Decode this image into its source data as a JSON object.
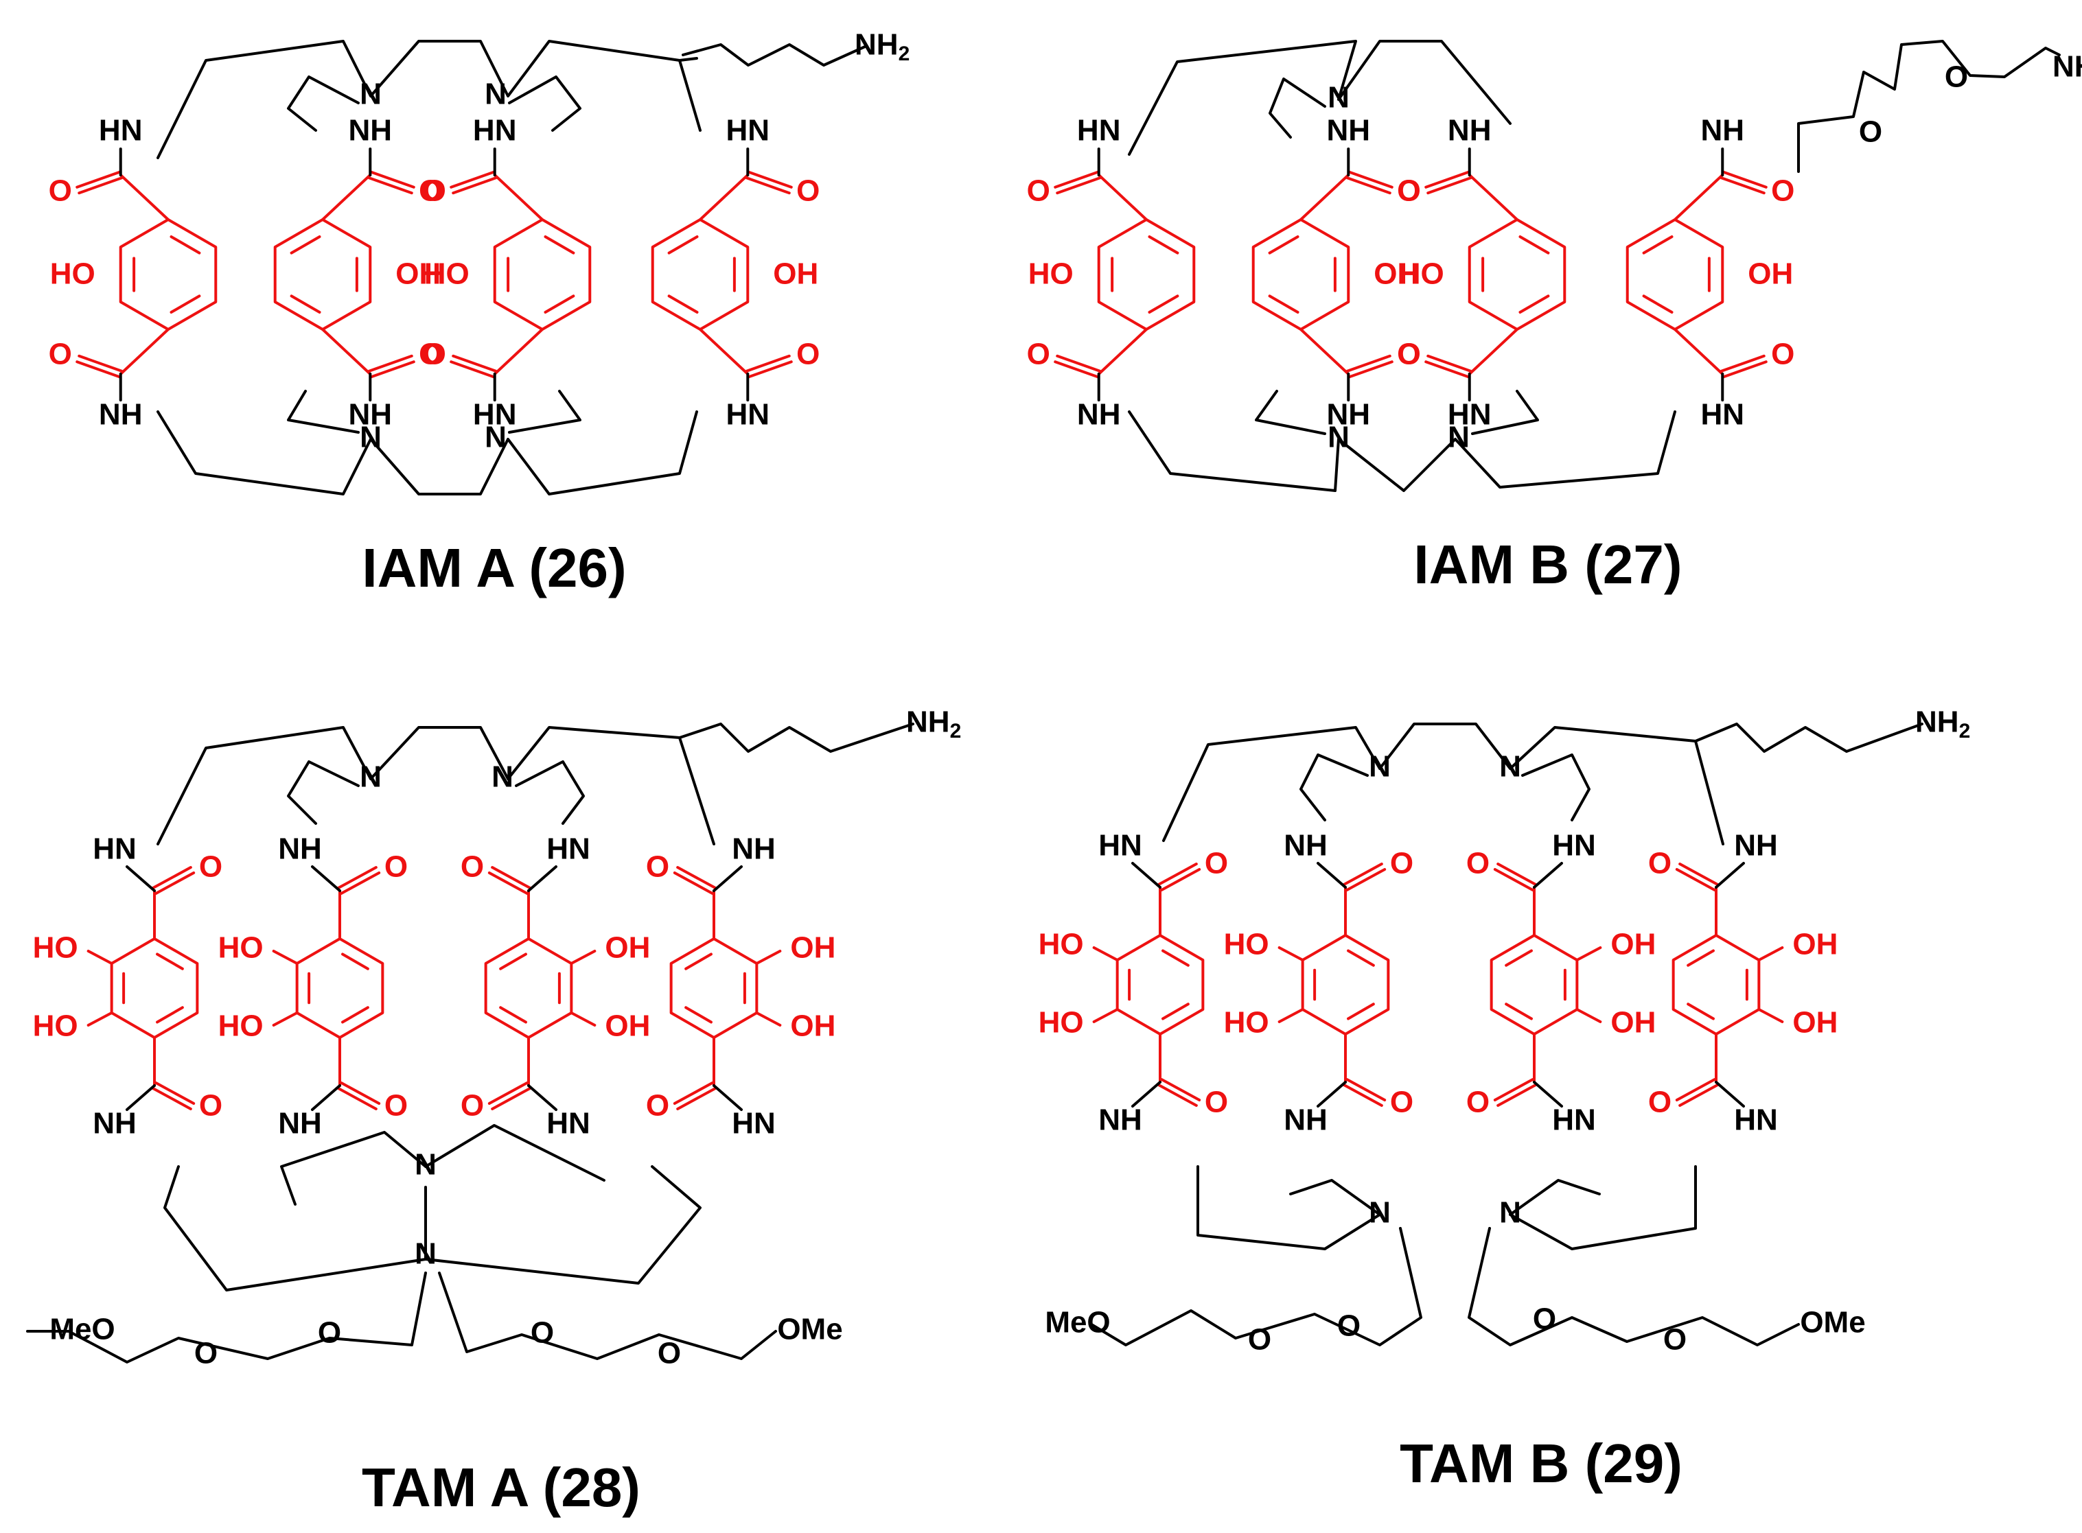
{
  "colors": {
    "bond": "#000000",
    "chelator": "#ee1111",
    "background": "#ffffff"
  },
  "atoms": {
    "nh": "NH",
    "hn": "HN",
    "n": "N",
    "o": "O",
    "oh": "OH",
    "ho": "HO",
    "nh2": "NH",
    "nh2_sub": "2",
    "meo": "MeO",
    "ome": "OMe"
  },
  "compounds": [
    {
      "id": "iam-a",
      "caption": "IAM A (26)",
      "chelator": "2-hydroxyisophthalamide",
      "arms": 4
    },
    {
      "id": "iam-b",
      "caption": "IAM B (27)",
      "chelator": "2-hydroxyisophthalamide",
      "arms": 4
    },
    {
      "id": "tam-a",
      "caption": "TAM A (28)",
      "chelator": "2,3-dihydroxyterephthalamide",
      "arms": 4
    },
    {
      "id": "tam-b",
      "caption": "TAM B (29)",
      "chelator": "2,3-dihydroxyterephthalamide",
      "arms": 4
    }
  ]
}
